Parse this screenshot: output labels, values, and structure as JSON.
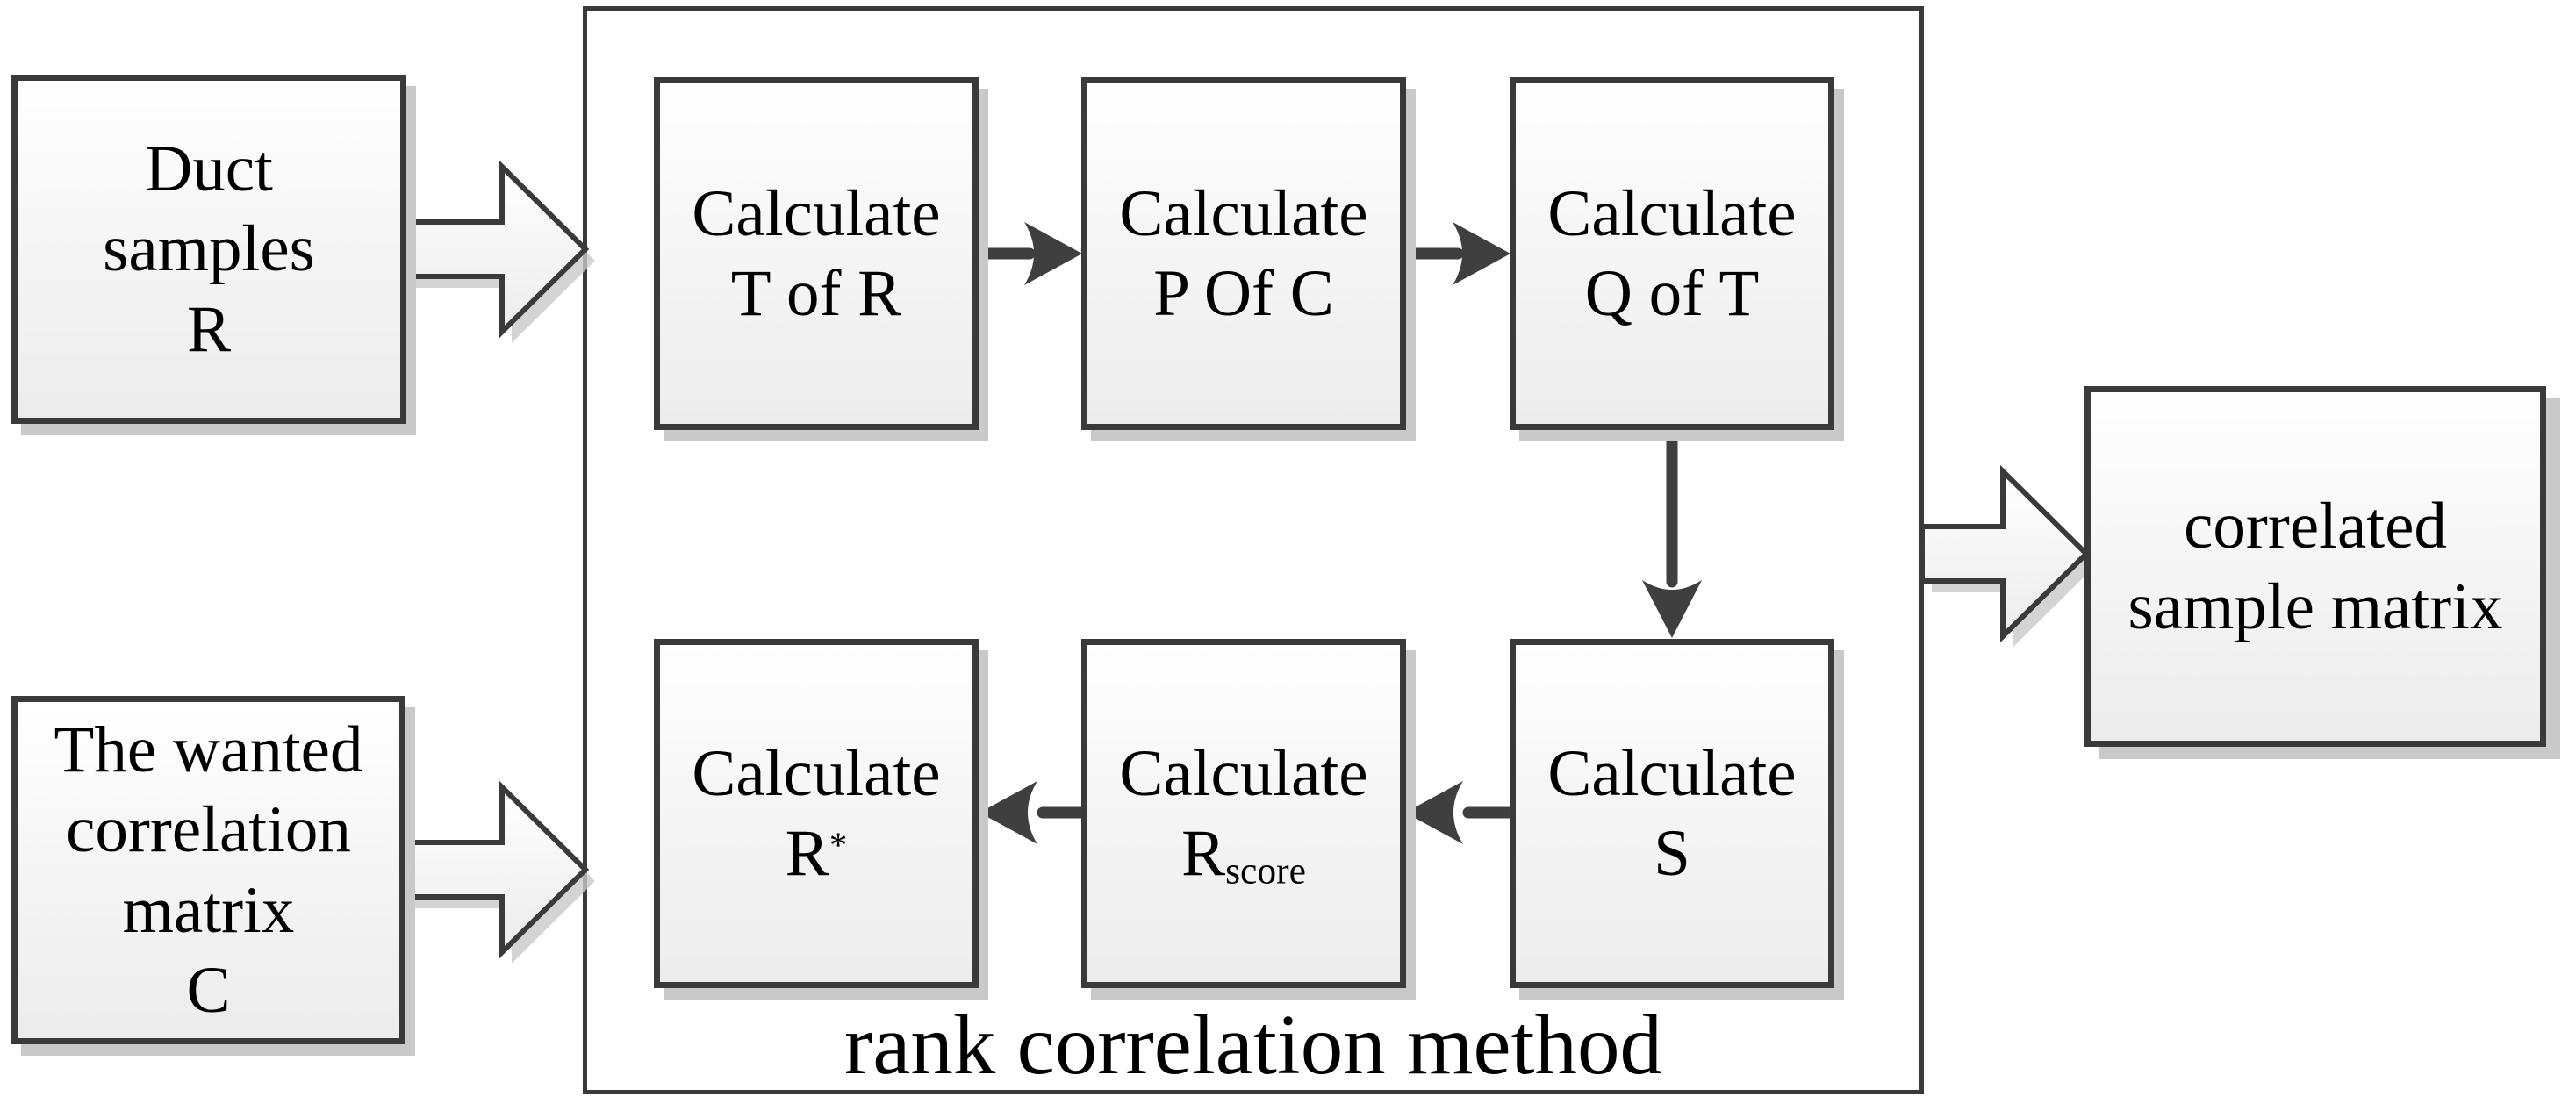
{
  "diagram": {
    "caption": "rank correlation method",
    "inputs": [
      {
        "id": "duct-samples",
        "lines": [
          "Duct",
          "samples",
          "R"
        ]
      },
      {
        "id": "wanted-correlation-matrix",
        "lines": [
          "The wanted",
          "correlation",
          "matrix",
          "C"
        ]
      }
    ],
    "output": {
      "id": "correlated-sample-matrix",
      "lines": [
        "correlated",
        "sample matrix"
      ]
    },
    "steps": [
      {
        "id": "t-of-r",
        "line1": "Calculate",
        "line2": "T of R"
      },
      {
        "id": "p-of-c",
        "line1": "Calculate",
        "line2": "P Of C"
      },
      {
        "id": "q-of-t",
        "line1": "Calculate",
        "line2": "Q of T"
      },
      {
        "id": "s",
        "line1": "Calculate",
        "line2": "S"
      },
      {
        "id": "r-score",
        "line1": "Calculate",
        "line2_base": "R",
        "line2_sub": "score"
      },
      {
        "id": "r-star",
        "line1": "Calculate",
        "line2_base": "R",
        "line2_sup": "*"
      }
    ],
    "colors": {
      "border": "#3a3a3a",
      "arrow": "#3f3f3f",
      "shadow": "#c9c9c9",
      "fill_top": "#ffffff",
      "fill_bottom": "#ececec",
      "text": "#000000",
      "background": "#ffffff"
    }
  }
}
